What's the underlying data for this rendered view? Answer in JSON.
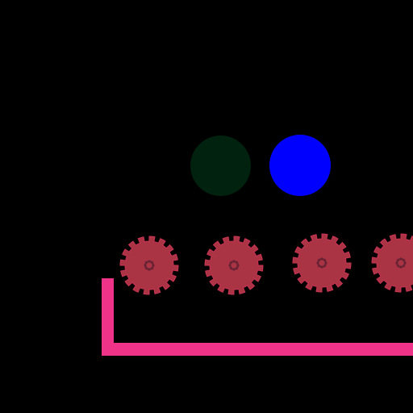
{
  "scene": {
    "background_color": "#000000"
  },
  "balls": [
    {
      "name": "dark-green-ball",
      "color": "#00220f"
    },
    {
      "name": "blue-ball",
      "color": "#0000ff"
    }
  ],
  "walls": {
    "color": "#ee3388",
    "left_post": "vertical-wall",
    "floor": "horizontal-platform"
  },
  "gears": {
    "count": 4,
    "teeth": 16,
    "fill_color": "#aa3344",
    "stroke_color": "#cc3355",
    "hub_color": "#662233",
    "icon": "gear-icon"
  }
}
